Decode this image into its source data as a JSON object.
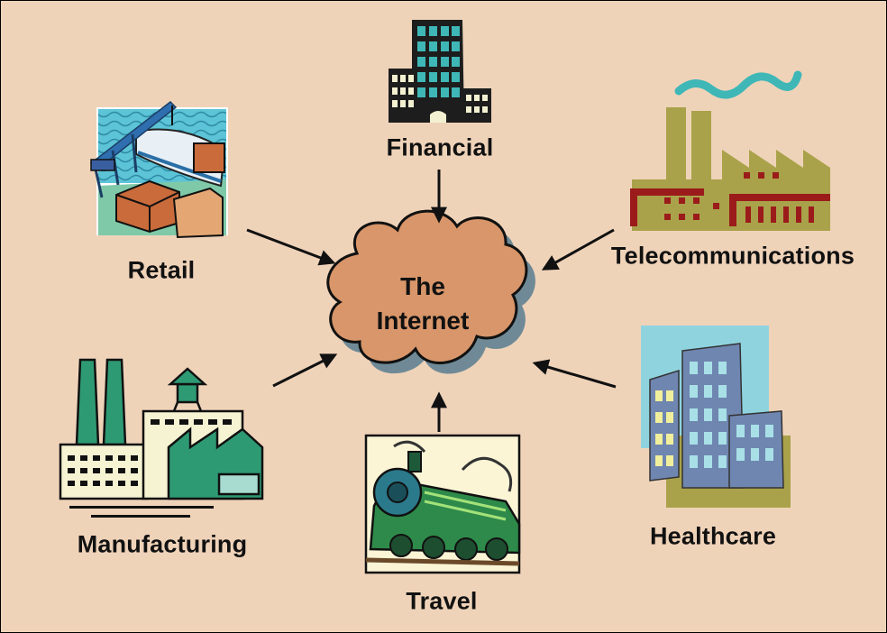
{
  "center": {
    "line1": "The",
    "line2": "Internet"
  },
  "nodes": {
    "financial": {
      "label": "Financial",
      "icon": "office-building-icon"
    },
    "retail": {
      "label": "Retail",
      "icon": "shipping-port-icon"
    },
    "telecommunications": {
      "label": "Telecommunications",
      "icon": "factory-icon"
    },
    "manufacturing": {
      "label": "Manufacturing",
      "icon": "manufacturing-plant-icon"
    },
    "travel": {
      "label": "Travel",
      "icon": "steam-locomotive-icon"
    },
    "healthcare": {
      "label": "Healthcare",
      "icon": "hospital-buildings-icon"
    }
  },
  "colors": {
    "background": "#efd3b9",
    "cloud": "#d8966a",
    "teal": "#3fb7b7",
    "green": "#2e9a74",
    "olive": "#a9a24a",
    "dark_red": "#9b1b1b"
  }
}
